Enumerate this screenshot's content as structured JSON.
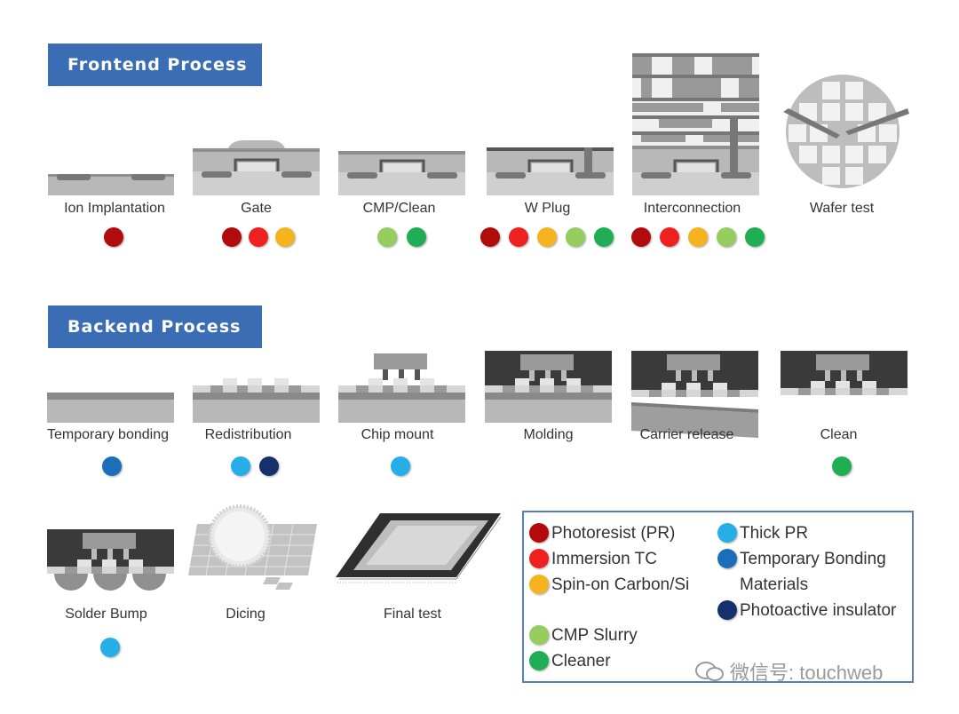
{
  "frontend": {
    "title": "Frontend Process",
    "steps": [
      {
        "label": "Ion Implantation",
        "dots": [
          "pr"
        ]
      },
      {
        "label": "Gate",
        "dots": [
          "pr",
          "tc",
          "soc"
        ]
      },
      {
        "label": "CMP/Clean",
        "dots": [
          "cmp",
          "cleaner"
        ]
      },
      {
        "label": "W Plug",
        "dots": [
          "pr",
          "tc",
          "soc",
          "cmp",
          "cleaner"
        ]
      },
      {
        "label": "Interconnection",
        "dots": [
          "pr",
          "tc",
          "soc",
          "cmp",
          "cleaner"
        ]
      },
      {
        "label": "Wafer test",
        "dots": []
      }
    ]
  },
  "backend": {
    "title": "Backend Process",
    "steps": [
      {
        "label": "Temporary bonding",
        "dots": [
          "tbm"
        ]
      },
      {
        "label": "Redistribution",
        "dots": [
          "thick",
          "photo"
        ]
      },
      {
        "label": "Chip mount",
        "dots": [
          "thick"
        ]
      },
      {
        "label": "Molding",
        "dots": []
      },
      {
        "label": "Carrier release",
        "dots": []
      },
      {
        "label": "Clean",
        "dots": [
          "cleaner"
        ]
      },
      {
        "label": "Solder Bump",
        "dots": [
          "thick"
        ]
      },
      {
        "label": "Dicing",
        "dots": []
      },
      {
        "label": "Final test",
        "dots": []
      }
    ]
  },
  "legend": {
    "pr": {
      "label": "Photoresist (PR)",
      "color": "#b20b0b"
    },
    "tc": {
      "label": "Immersion TC",
      "color": "#ee2020"
    },
    "soc": {
      "label": "Spin-on Carbon/Si",
      "color": "#f5b41f"
    },
    "cmp": {
      "label": "CMP Slurry",
      "color": "#95cd5e"
    },
    "cleaner": {
      "label": "Cleaner",
      "color": "#1fae54"
    },
    "thick": {
      "label": "Thick PR",
      "color": "#27aee8"
    },
    "tbm_line1": "Temporary Bonding",
    "tbm_line2": "Materials",
    "tbm": {
      "label": "Temporary Bonding Materials",
      "color": "#1a6fb8"
    },
    "photo": {
      "label": "Photoactive insulator",
      "color": "#15306b"
    }
  },
  "watermark": "微信号: touchweb"
}
